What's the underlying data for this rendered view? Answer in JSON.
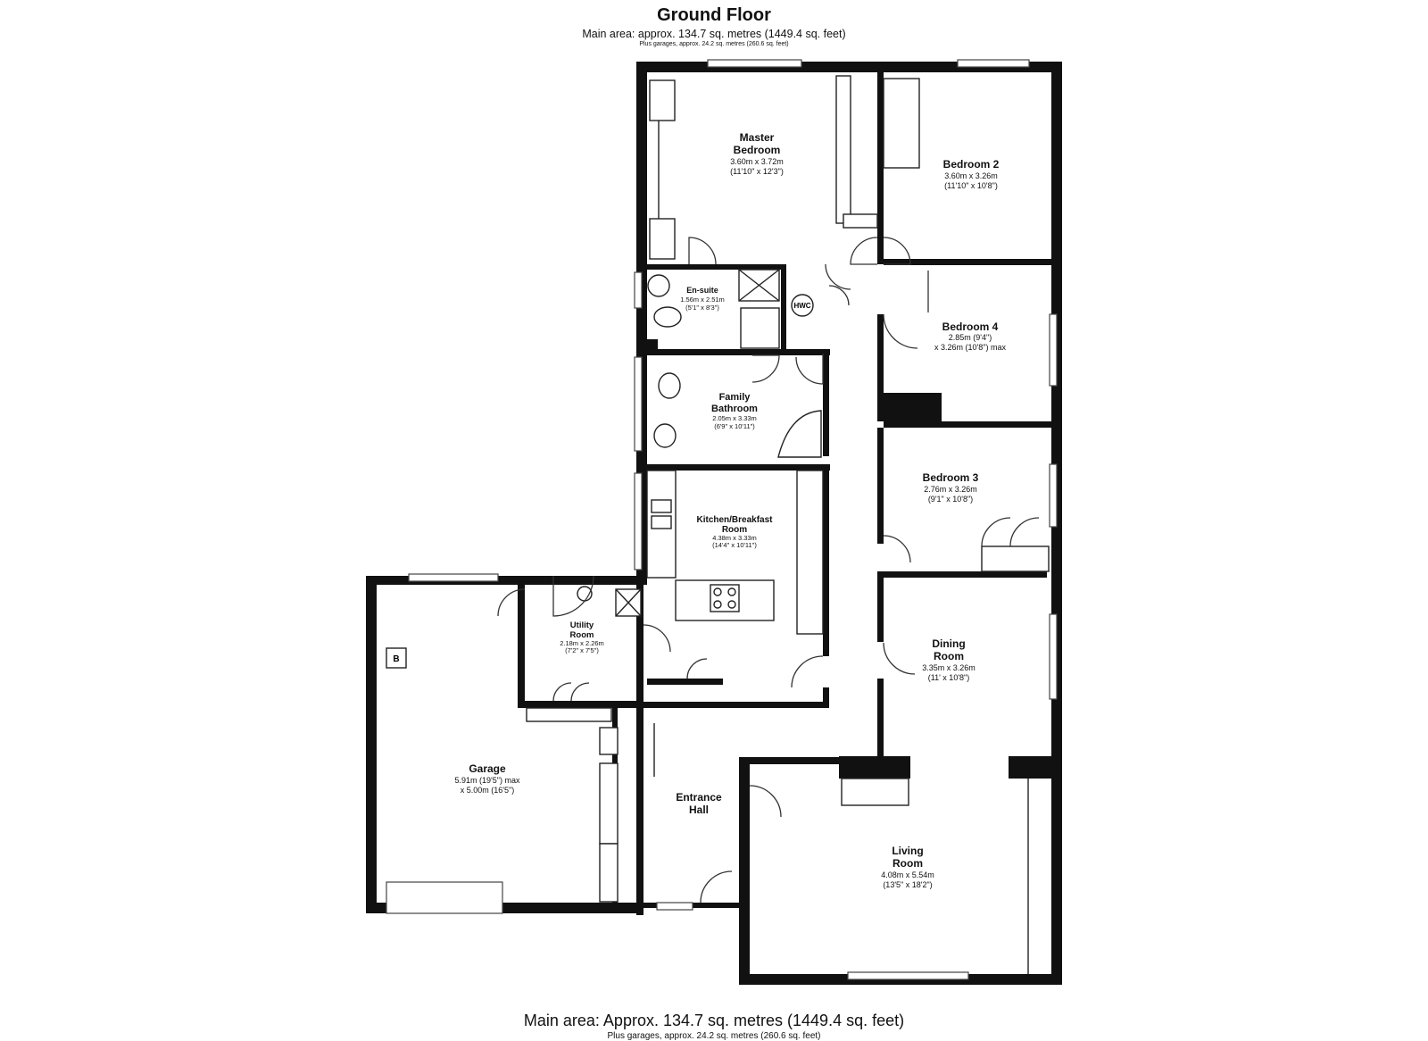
{
  "header": {
    "title": "Ground Floor",
    "main_area": "Main area: approx. 134.7 sq. metres (1449.4 sq. feet)",
    "garages": "Plus garages, approx. 24.2 sq. metres (260.6 sq. feet)"
  },
  "footer": {
    "main_area": "Main area: Approx. 134.7 sq. metres (1449.4 sq. feet)",
    "garages": "Plus garages, approx. 24.2 sq. metres (260.6 sq. feet)"
  },
  "rooms": {
    "master_bedroom": {
      "name1": "Master",
      "name2": "Bedroom",
      "metric": "3.60m x 3.72m",
      "imperial": "(11'10\" x 12'3\")"
    },
    "bedroom2": {
      "name": "Bedroom 2",
      "metric": "3.60m x 3.26m",
      "imperial": "(11'10\" x 10'8\")"
    },
    "ensuite": {
      "name": "En-suite",
      "metric": "1.56m x 2.51m",
      "imperial": "(5'1\" x 8'3\")"
    },
    "hwc": {
      "name": "HWC"
    },
    "bedroom4": {
      "name": "Bedroom 4",
      "line1": "2.85m (9'4\")",
      "line2": "x 3.26m (10'8\") max"
    },
    "family_bathroom": {
      "name1": "Family",
      "name2": "Bathroom",
      "metric": "2.05m x 3.33m",
      "imperial": "(6'9\" x 10'11\")"
    },
    "bedroom3": {
      "name": "Bedroom 3",
      "metric": "2.76m x 3.26m",
      "imperial": "(9'1\" x 10'8\")"
    },
    "kitchen": {
      "name1": "Kitchen/Breakfast",
      "name2": "Room",
      "metric": "4.38m x 3.33m",
      "imperial": "(14'4\" x 10'11\")"
    },
    "utility": {
      "name1": "Utility",
      "name2": "Room",
      "metric": "2.18m x 2.26m",
      "imperial": "(7'2\" x 7'5\")"
    },
    "dining": {
      "name1": "Dining",
      "name2": "Room",
      "metric": "3.35m x 3.26m",
      "imperial": "(11' x 10'8\")"
    },
    "garage": {
      "name": "Garage",
      "line1": "5.91m (19'5\") max",
      "line2": "x 5.00m (16'5\")",
      "boiler": "B"
    },
    "entrance_hall": {
      "name1": "Entrance",
      "name2": "Hall"
    },
    "living": {
      "name1": "Living",
      "name2": "Room",
      "metric": "4.08m x 5.54m",
      "imperial": "(13'5\" x 18'2\")"
    }
  }
}
